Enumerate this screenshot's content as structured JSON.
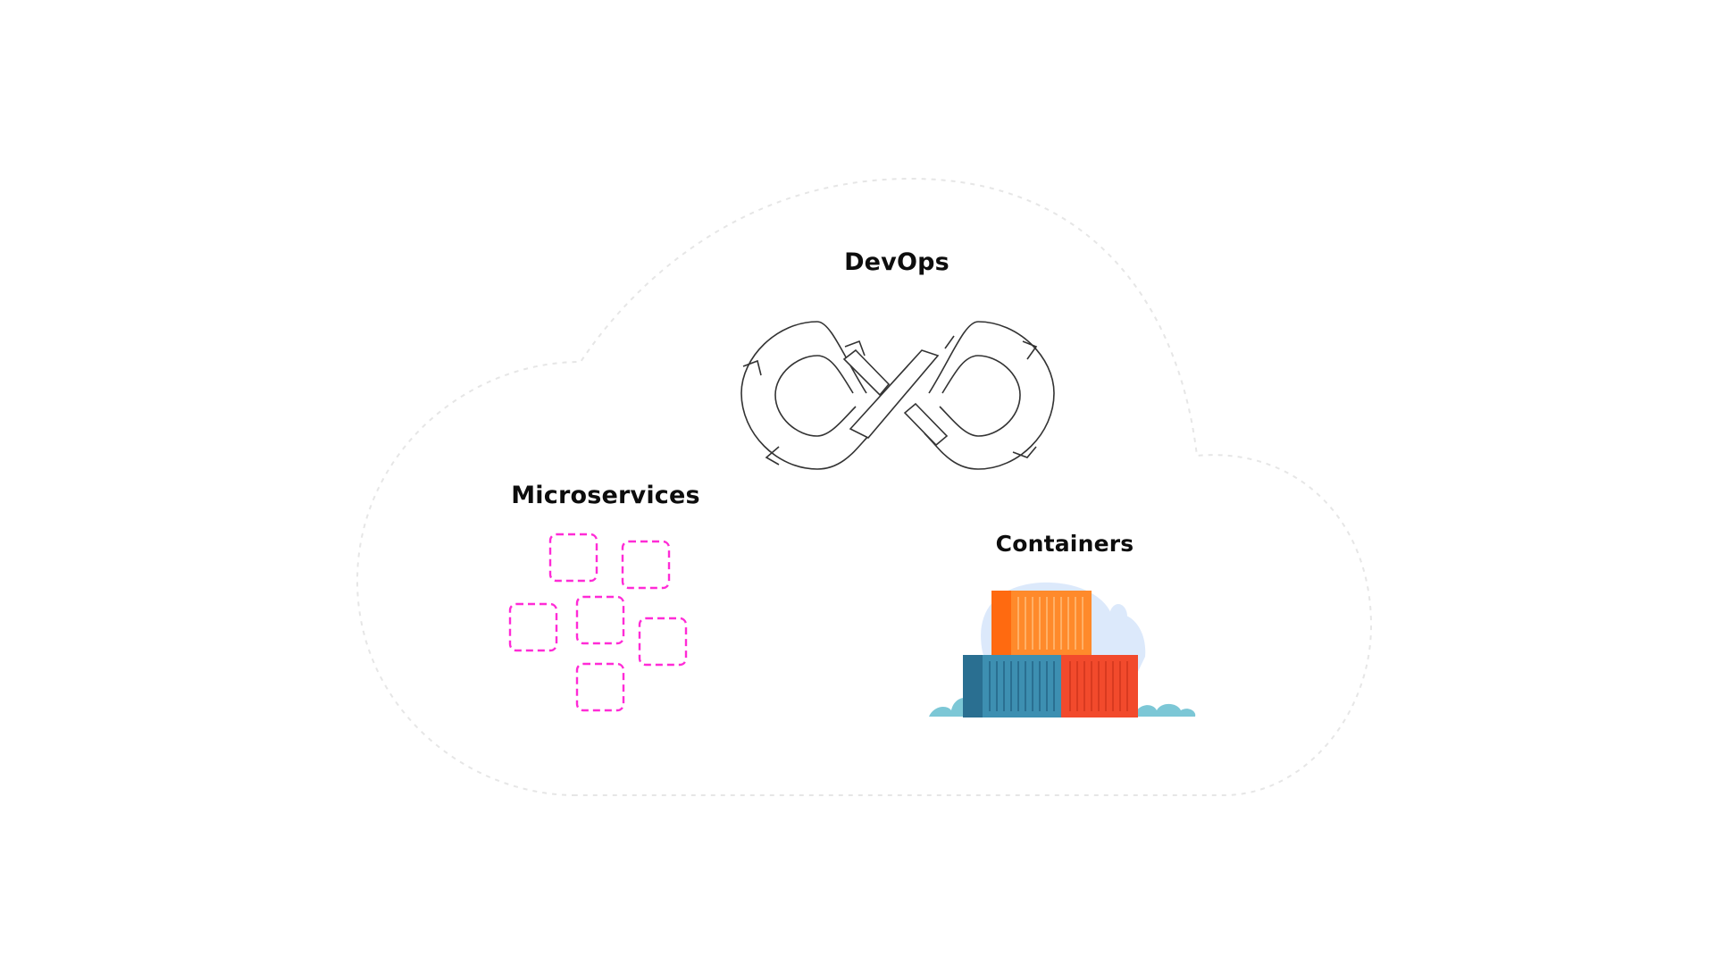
{
  "labels": {
    "devops": "DevOps",
    "microservices": "Microservices",
    "containers": "Containers"
  },
  "colors": {
    "background": "#ffffff",
    "cloud_outline": "#e6e6e6",
    "label_text": "#0d0d0d",
    "infinity_stroke": "#333333",
    "microservice_dash": "#ff2bd6",
    "container_orange": "#ff8a2b",
    "container_orange_dark": "#ff6a10",
    "container_blue": "#3d8fb1",
    "container_blue_dark": "#2a6f91",
    "container_red": "#f24a2c",
    "container_red_dark": "#d83a20",
    "backdrop_light_blue": "#dce9fb",
    "bush_teal": "#7cc7d6"
  },
  "icons": [
    "cloud-outline",
    "devops-infinity-icon",
    "microservice-box-icon",
    "shipping-container-icon"
  ]
}
